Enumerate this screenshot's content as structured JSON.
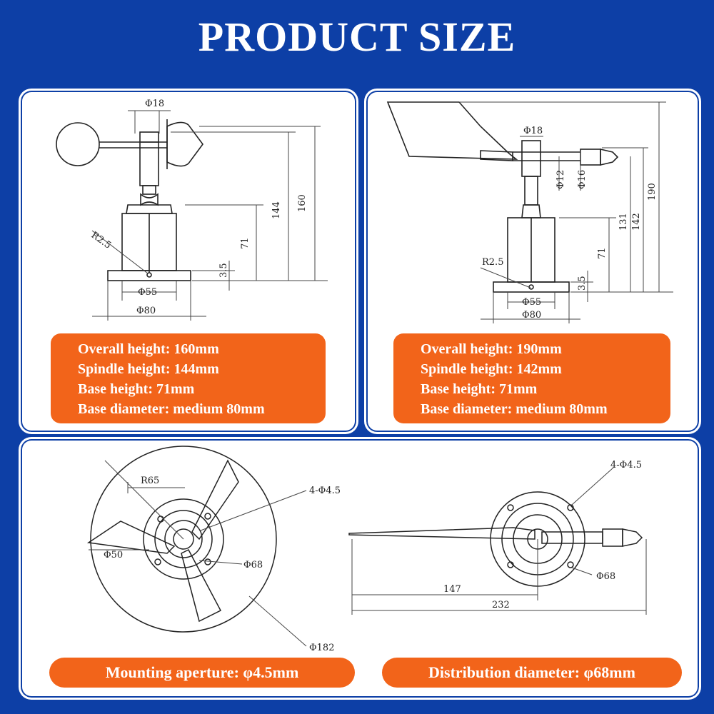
{
  "title": "PRODUCT SIZE",
  "anemometer": {
    "dims": {
      "d18": "Φ18",
      "h160": "160",
      "h144": "144",
      "h71": "71",
      "r25": "R2.5",
      "h35": "3.5",
      "d55": "Φ55",
      "d80": "Φ80"
    },
    "specs": [
      "Overall height: 160mm",
      "Spindle height: 144mm",
      "Base height: 71mm",
      "Base diameter: medium 80mm"
    ]
  },
  "vane": {
    "dims": {
      "d18": "Φ18",
      "d12": "Φ12",
      "d16": "Φ16",
      "h190": "190",
      "h131": "131",
      "h142": "142",
      "h71": "71",
      "r25": "R2.5",
      "h35": "3.5",
      "d55": "Φ55",
      "d80": "Φ80"
    },
    "specs": [
      "Overall height: 190mm",
      "Spindle height: 142mm",
      "Base height: 71mm",
      "Base diameter: medium 80mm"
    ]
  },
  "top_views": {
    "left": {
      "r65": "R65",
      "holes": "4-Φ4.5",
      "d50": "Φ50",
      "d68": "Φ68",
      "d182": "Φ182",
      "caption": "Mounting aperture: φ4.5mm"
    },
    "right": {
      "holes": "4-Φ4.5",
      "d68": "Φ68",
      "l147": "147",
      "l232": "232",
      "caption": "Distribution diameter: φ68mm"
    }
  }
}
